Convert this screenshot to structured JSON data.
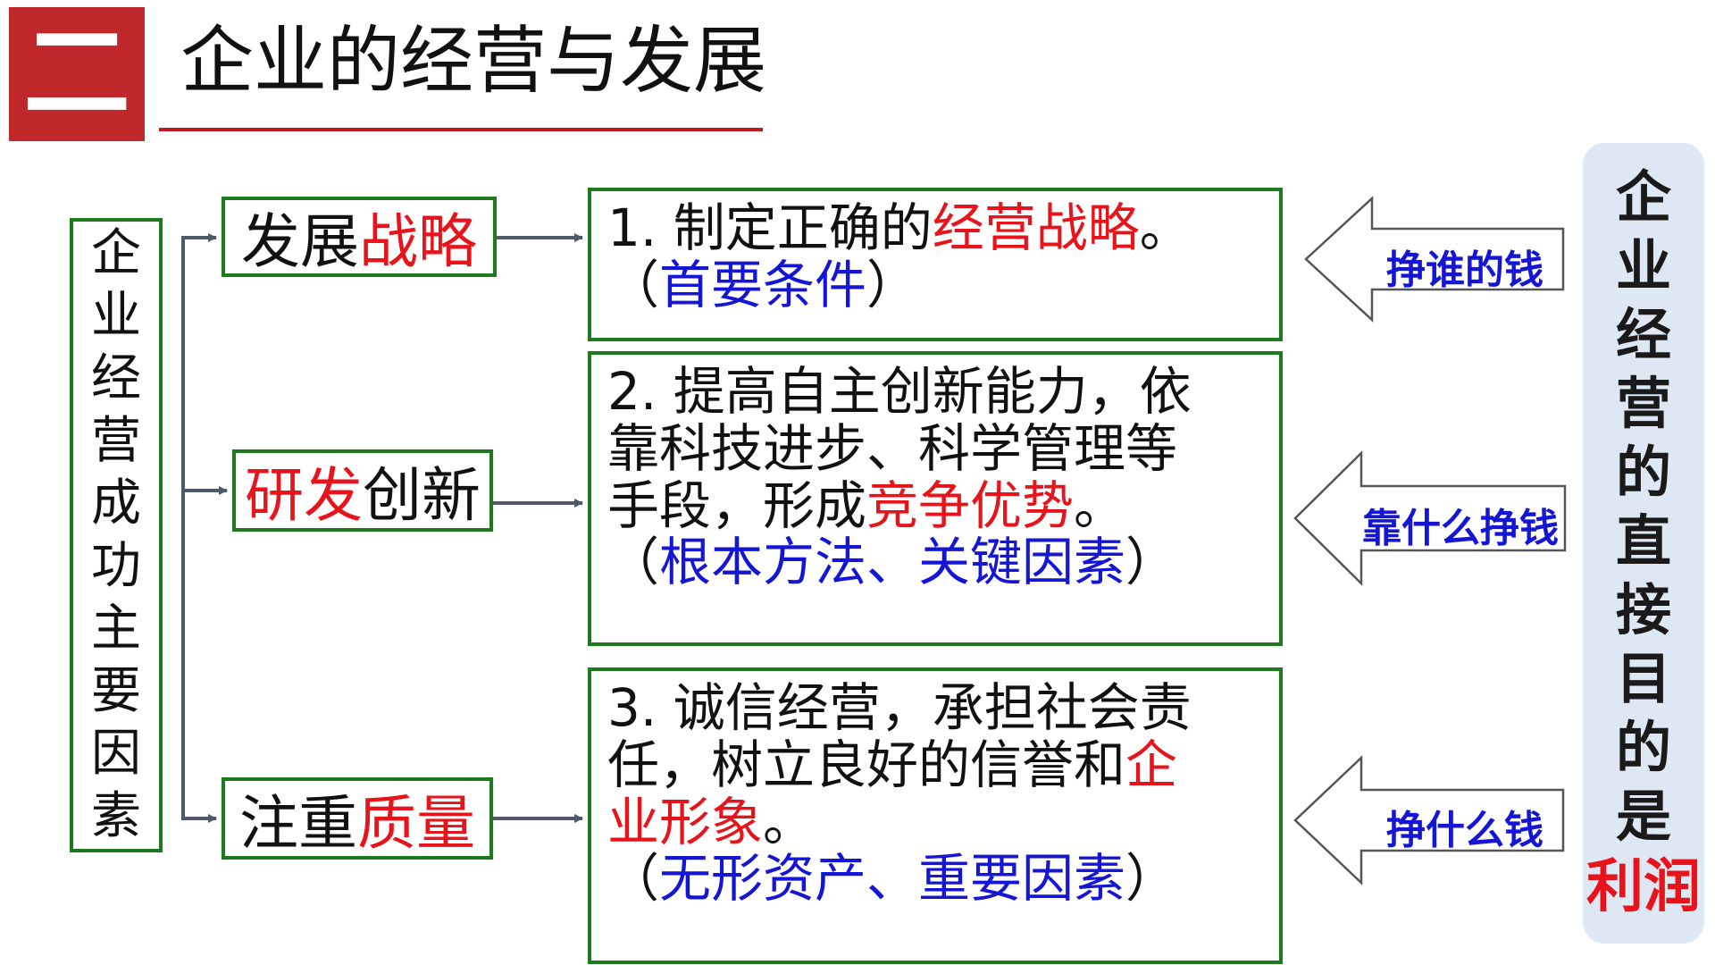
{
  "header": {
    "number": "二",
    "title": "企业的经营与发展"
  },
  "root_label": "企业经营成功主要因素",
  "factors": [
    {
      "plain_before": "发展",
      "highlight": "战略",
      "plain_after": ""
    },
    {
      "plain_before": "",
      "highlight": "研发",
      "plain_after": "创新"
    },
    {
      "plain_before": "注重",
      "highlight": "质量",
      "plain_after": ""
    }
  ],
  "details": {
    "d1": {
      "l1_plain": "1. 制定正确的",
      "l1_red": "经营战略",
      "l1_end": "。",
      "note_open": "（",
      "note_blue": "首要条件",
      "note_close": "）"
    },
    "d2": {
      "l1": "2. 提高自主创新能力，依",
      "l2": "靠科技进步、科学管理等",
      "l3_plain": "手段，形成",
      "l3_red": "竞争优势",
      "l3_end": "。",
      "note_open": "（",
      "note_blue": "根本方法、关键因素",
      "note_close": "）"
    },
    "d3": {
      "l1": "3. 诚信经营，承担社会责",
      "l2_plain": "任，树立良好的信誉和",
      "l2_red": "企",
      "l3_red": "业形象",
      "l3_end": "。",
      "note_open": "（",
      "note_blue": "无形资产、重要因素",
      "note_close": "）"
    }
  },
  "arrows": [
    "挣谁的钱",
    "靠什么挣钱",
    "挣什么钱"
  ],
  "side_panel": {
    "chars": [
      "企",
      "业",
      "经",
      "营",
      "的",
      "直",
      "接",
      "目",
      "的",
      "是"
    ],
    "highlight": "利润"
  },
  "colors": {
    "accent_red": "#e8141c",
    "accent_blue": "#1515d6",
    "box_border_green": "#1e7a1e",
    "header_red": "#c0282c",
    "connector_gray": "#4d5a6c",
    "side_panel_bg": "#dde8f4"
  }
}
